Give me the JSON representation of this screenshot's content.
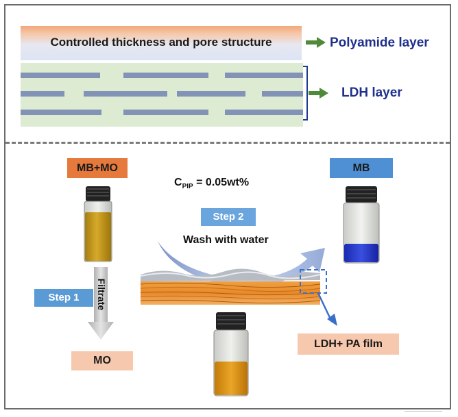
{
  "top_panel": {
    "pa_band_text": "Controlled thickness and pore structure",
    "polyamide_label": "Polyamide layer",
    "ldh_label": "LDH layer"
  },
  "bottom_panel": {
    "feed_label": "MB+MO",
    "filtrate_label": "MO",
    "retained_label": "MB",
    "step1_label": "Step 1",
    "filtrate_arrow_text": "Filtrate",
    "step2_label": "Step 2",
    "wash_text": "Wash with water",
    "concentration_main": "C",
    "concentration_sub": "PIP",
    "concentration_value": " = 0.05wt%",
    "film_label": "LDH+ PA film"
  },
  "colors": {
    "orange_tag": "#e57a3c",
    "peach_tag": "#f6c8ad",
    "blue_tag": "#4f8fd4",
    "light_blue_tag": "#6aa5de",
    "arrow_green": "#4e8a3a",
    "navy_text": "#1f2f8c",
    "ldh_bar": "#8293b6",
    "ldh_background": "#ddebd3"
  }
}
